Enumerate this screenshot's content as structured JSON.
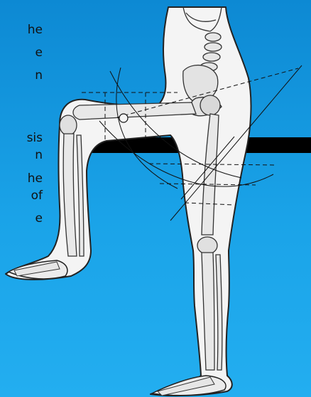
{
  "caption_fragments": [
    "he",
    "e",
    "n",
    "sis",
    "n",
    "he",
    "of",
    "e"
  ],
  "colors": {
    "background": "#1499df",
    "bone": "#e9e9e9",
    "body_outline": "#222222",
    "bar": "#000000"
  }
}
